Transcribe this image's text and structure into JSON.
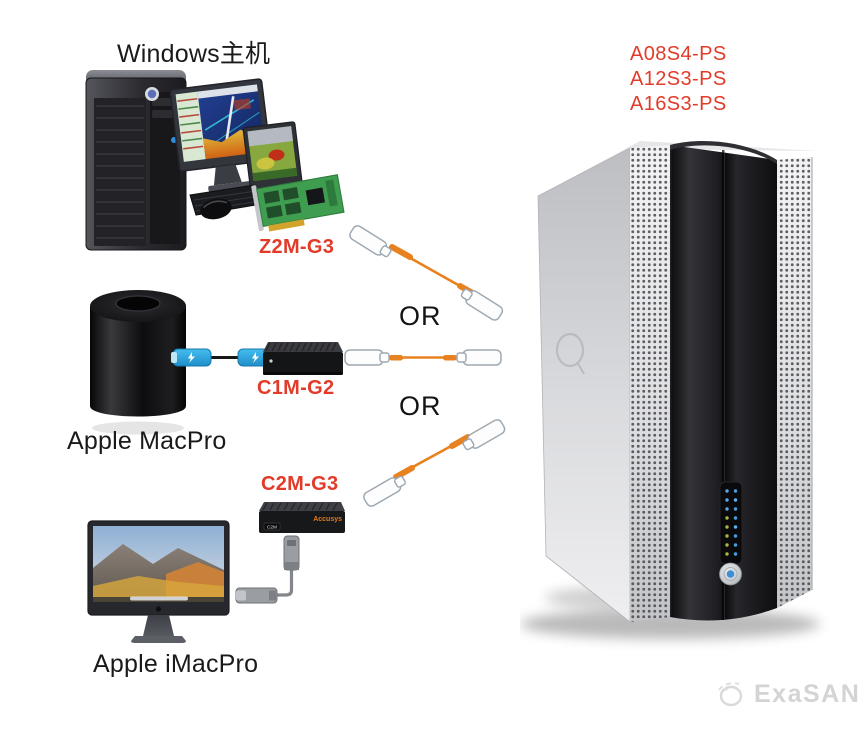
{
  "colors": {
    "background": "#ffffff",
    "label_red": "#e23b2a",
    "label_black": "#1a1a1a",
    "cable_orange": "#e8811f",
    "thunderbolt_blue": "#2ba4dd",
    "watermark_gray": "#d4d4d4"
  },
  "hosts": {
    "windows": {
      "label": "Windows主机",
      "adapter": "Z2M-G3"
    },
    "macpro": {
      "label": "Apple MacPro",
      "adapter": "C1M-G2"
    },
    "imacpro": {
      "label": "Apple iMacPro",
      "adapter": "C2M-G3"
    }
  },
  "connectors": {
    "or_top": "OR",
    "or_bottom": "OR"
  },
  "storage": {
    "models": [
      "A08S4-PS",
      "A12S3-PS",
      "A16S3-PS"
    ]
  },
  "adapter_box": {
    "brand": "Accusys",
    "port_label": "C2M"
  },
  "brand": {
    "logo_text": "ExaSAN"
  }
}
